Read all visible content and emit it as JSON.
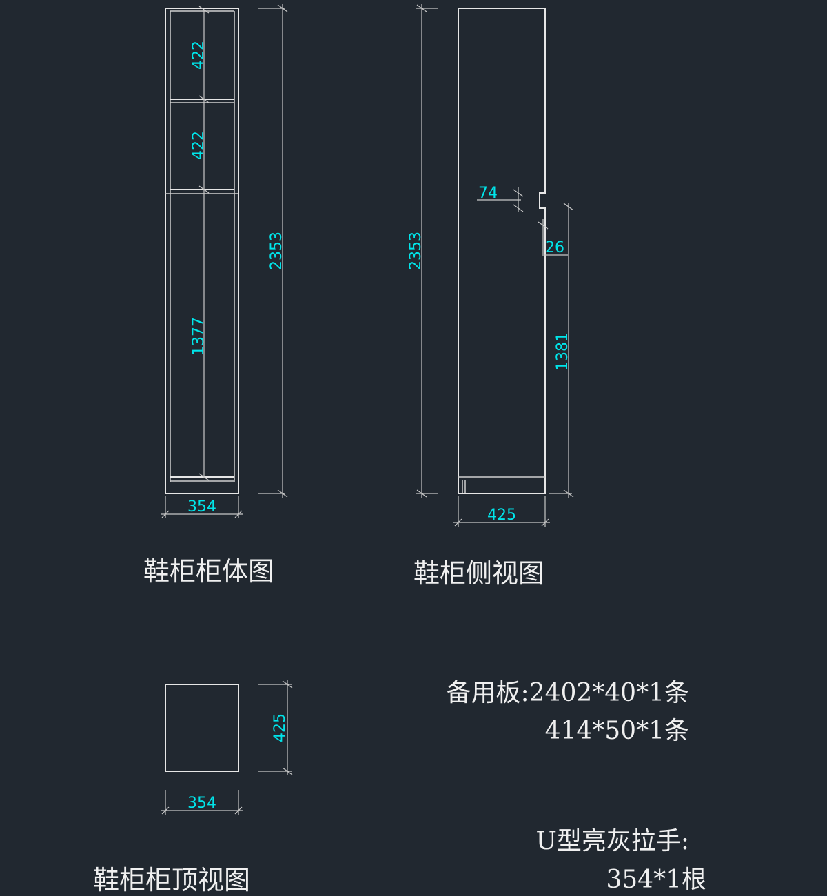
{
  "views": {
    "body": {
      "title": "鞋柜柜体图",
      "dims": {
        "top_shelf": "422",
        "mid_shelf": "422",
        "bottom_space": "1377",
        "height": "2353",
        "width": "354"
      }
    },
    "side": {
      "title": "鞋柜侧视图",
      "dims": {
        "height": "2353",
        "notch": "74",
        "handle": "26",
        "lower": "1381",
        "depth": "425"
      }
    },
    "top": {
      "title": "鞋柜柜顶视图",
      "dims": {
        "depth": "425",
        "width": "354"
      }
    }
  },
  "notes": {
    "spare_label": "备用板:2402*40*1条",
    "spare_line2": "414*50*1条",
    "handle_label": "U型亮灰拉手:",
    "handle_line2": "354*1根"
  },
  "colors": {
    "background": "#212830",
    "lines": "#e6e6e6",
    "dimension_text": "#00e5ea"
  }
}
